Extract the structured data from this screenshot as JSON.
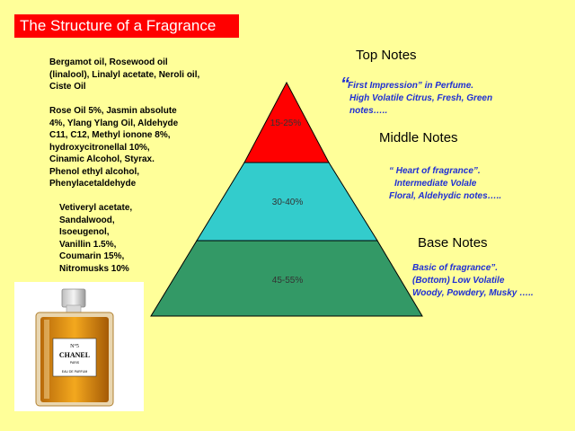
{
  "title": "The Structure of a Fragrance",
  "ingredients": {
    "top": [
      "Bergamot oil, Rosewood oil",
      "(linalool), Linalyl acetate, Neroli oil,",
      "Ciste Oil"
    ],
    "middle": [
      "Rose Oil 5%, Jasmin absolute",
      "4%, Ylang Ylang Oil, Aldehyde",
      "C11, C12, Methyl ionone 8%,",
      "hydroxycitronellal 10%,",
      "Cinamic Alcohol, Styrax.",
      "Phenol ethyl alcohol,",
      "Phenylacetaldehyde"
    ],
    "base": [
      "Vetiveryl acetate,",
      "Sandalwood,",
      "Isoeugenol,",
      "Vanillin 1.5%,",
      "Coumarin 15%,",
      "Nitromusks 10%"
    ]
  },
  "pyramid": {
    "top": {
      "label": "15-25%",
      "color": "#ff0000"
    },
    "middle": {
      "label": "30-40%",
      "color": "#33cccc"
    },
    "base": {
      "label": "45-55%",
      "color": "#339966"
    }
  },
  "notes": {
    "top": {
      "title": "Top Notes",
      "quote": "“",
      "lines": [
        "First Impression” in Perfume.",
        "High Volatile Citrus, Fresh, Green",
        "notes….."
      ]
    },
    "middle": {
      "title": "Middle Notes",
      "lines": [
        "“ Heart of fragrance”.",
        "Intermediate Volale",
        "Floral, Aldehydic notes….."
      ]
    },
    "base": {
      "title": "Base Notes",
      "lines": [
        "Basic of fragrance”.",
        "(Bottom) Low Volatile",
        "Woody, Powdery, Musky ….."
      ]
    }
  },
  "bottle": {
    "brand_number": "N°5",
    "brand": "CHANEL",
    "sub": "PARIS",
    "type": "EAU DE PARFUM"
  }
}
